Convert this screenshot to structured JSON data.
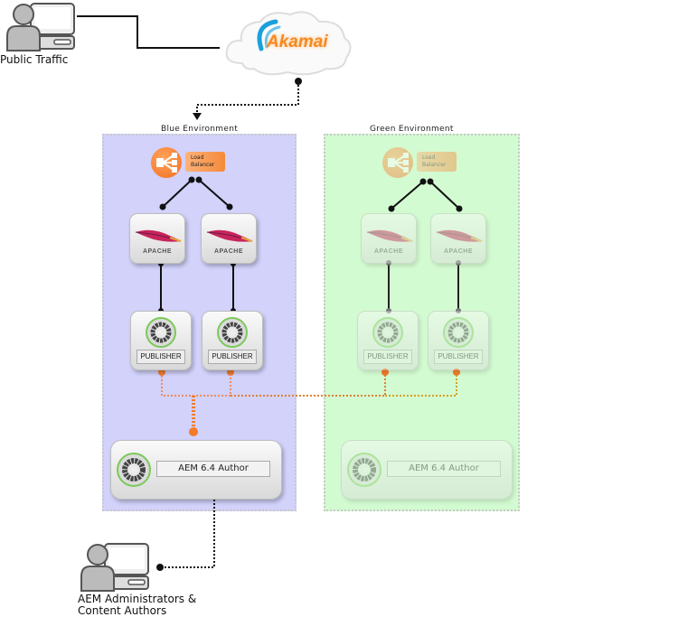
{
  "public_traffic": {
    "label": "Public Traffic",
    "icon": "user-computer-icon"
  },
  "cdn": {
    "name": "Akamai",
    "icon": "cloud-icon"
  },
  "environments": [
    {
      "name": "Blue Environment",
      "color": "#d2d2fb",
      "active": true,
      "load_balancer": {
        "label_line1": "Load",
        "label_line2": "Balancer"
      },
      "web_servers": [
        {
          "label": "APACHE"
        },
        {
          "label": "APACHE"
        }
      ],
      "publishers": [
        {
          "label": "PUBLISHER"
        },
        {
          "label": "PUBLISHER"
        }
      ],
      "author": {
        "label": "AEM 6.4 Author"
      }
    },
    {
      "name": "Green Environment",
      "color": "#d3fbd1",
      "active": false,
      "load_balancer": {
        "label_line1": "Load",
        "label_line2": "Balancer"
      },
      "web_servers": [
        {
          "label": "APACHE"
        },
        {
          "label": "APACHE"
        }
      ],
      "publishers": [
        {
          "label": "PUBLISHER"
        },
        {
          "label": "PUBLISHER"
        }
      ],
      "author": {
        "label": "AEM 6.4 Author"
      }
    }
  ],
  "authors_group": {
    "label_line1": "AEM Administrators &",
    "label_line2": "Content Authors",
    "icon": "user-computer-icon"
  },
  "colors": {
    "replication": "#f47a2a",
    "replication_green": "#d4a020",
    "wire": "#111111"
  }
}
